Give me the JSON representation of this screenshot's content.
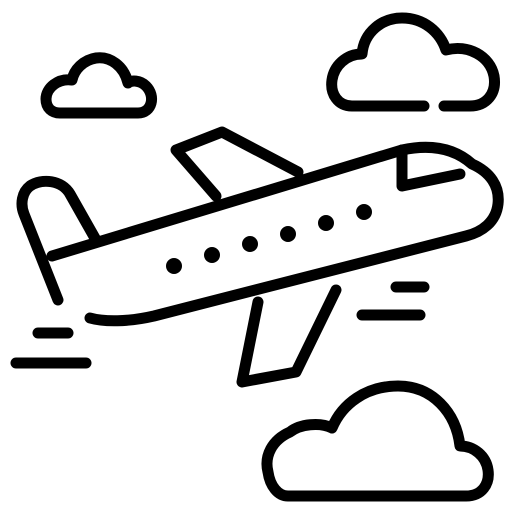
{
  "icon": {
    "name": "airplane-takeoff-icon",
    "stroke_color": "#000000",
    "background_color": "#ffffff",
    "window_count": 6,
    "cloud_count": 3,
    "speed_line_count": 4
  }
}
